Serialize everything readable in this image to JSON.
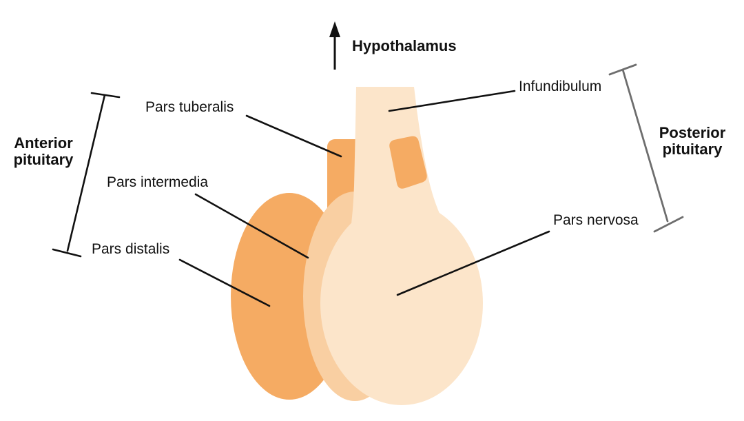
{
  "labels": {
    "hypothalamus": "Hypothalamus",
    "infundibulum": "Infundibulum",
    "pars_tuberalis": "Pars tuberalis",
    "pars_intermedia": "Pars intermedia",
    "pars_distalis": "Pars distalis",
    "pars_nervosa": "Pars nervosa",
    "anterior_pituitary_line1": "Anterior",
    "anterior_pituitary_line2": "pituitary",
    "posterior_pituitary_line1": "Posterior",
    "posterior_pituitary_line2": "pituitary"
  },
  "colors": {
    "pars_distalis_fill": "#F5AB63",
    "pars_intermedia_fill": "#F9CFA2",
    "pars_nervosa_fill": "#FCE5CA",
    "infundibulum_fill": "#FCE5CA",
    "pars_tuberalis_fill": "#F5AB63",
    "leader_line": "#111111",
    "arrow": "#111111",
    "anterior_bracket": "#111111",
    "posterior_bracket": "#6E6E6E",
    "text": "#111111",
    "background": "#FFFFFF"
  }
}
